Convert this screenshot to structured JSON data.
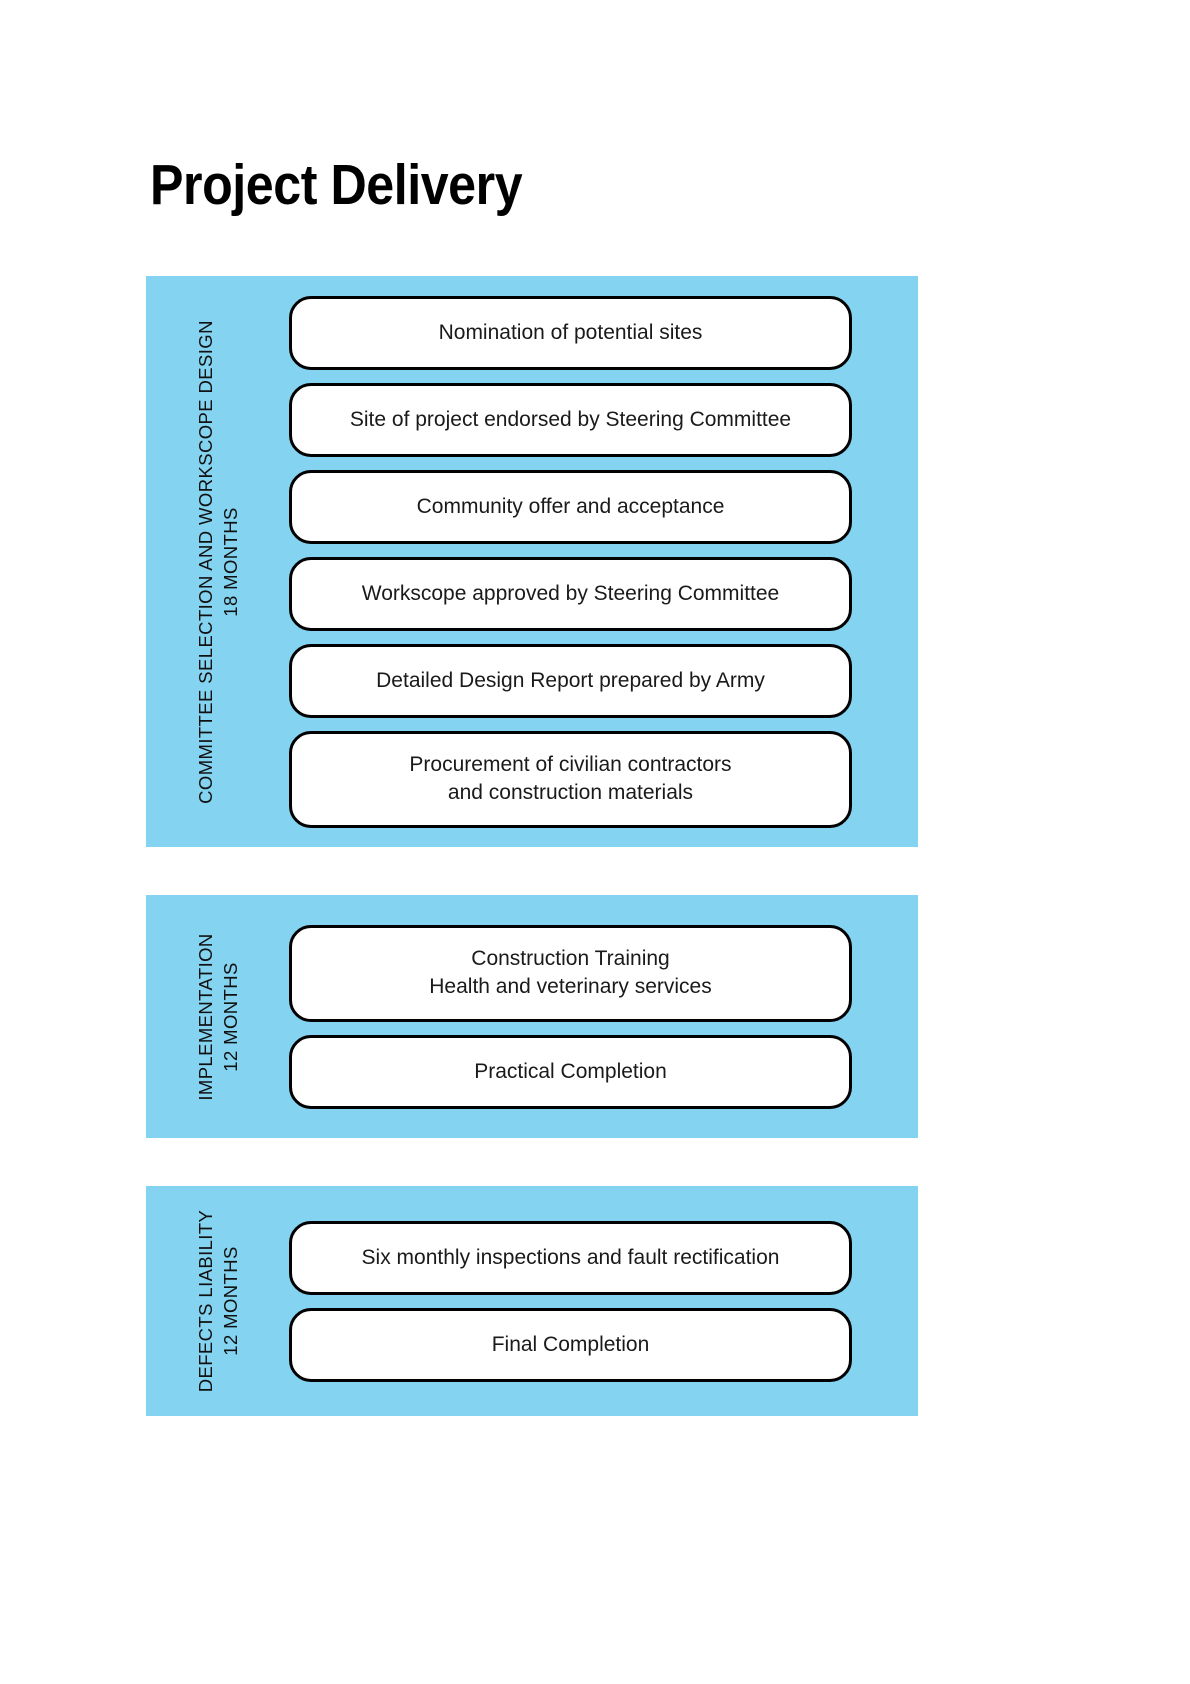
{
  "document": {
    "title": "Project Delivery"
  },
  "diagram_data": {
    "type": "flow-phases",
    "accent_color": "#83d3f1",
    "box_fill": "#ffffff",
    "box_border": "#000000",
    "phases": [
      {
        "label_line1": "COMMITTEE SELECTION AND WORKSCOPE DESIGN",
        "label_line2": "18 MONTHS",
        "duration_months": 18,
        "steps": [
          {
            "text": "Nomination of potential sites",
            "lines": 1
          },
          {
            "text": "Site of project endorsed by Steering Committee",
            "lines": 1
          },
          {
            "text": "Community offer and acceptance",
            "lines": 1
          },
          {
            "text": "Workscope approved by Steering Committee",
            "lines": 1
          },
          {
            "text": "Detailed Design Report prepared by Army",
            "lines": 1
          },
          {
            "text_line1": "Procurement of civilian contractors",
            "text_line2": "and construction materials",
            "lines": 2
          }
        ]
      },
      {
        "label_line1": "IMPLEMENTATION",
        "label_line2": "12 MONTHS",
        "duration_months": 12,
        "steps": [
          {
            "text_line1": "Construction Training",
            "text_line2": "Health and veterinary services",
            "lines": 2
          },
          {
            "text": "Practical Completion",
            "lines": 1
          }
        ]
      },
      {
        "label_line1": "DEFECTS LIABILITY",
        "label_line2": "12 MONTHS",
        "duration_months": 12,
        "steps": [
          {
            "text": "Six monthly inspections and fault rectification",
            "lines": 1
          },
          {
            "text": "Final Completion",
            "lines": 1
          }
        ]
      }
    ]
  }
}
